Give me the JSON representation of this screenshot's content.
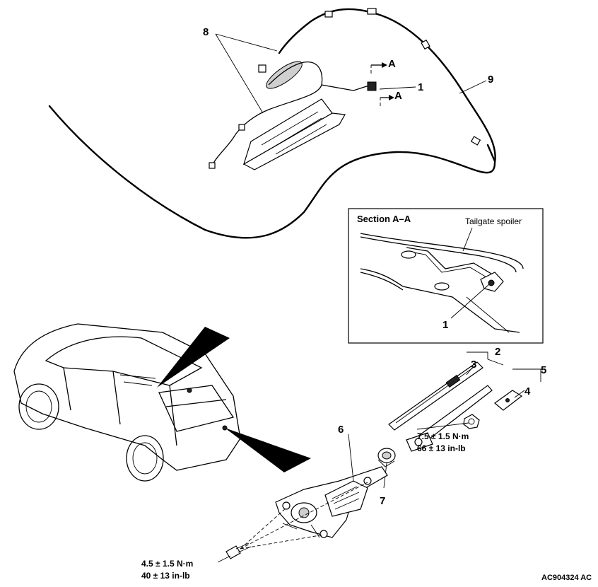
{
  "labels": {
    "p1": "1",
    "p2": "2",
    "p3": "3",
    "p4": "4",
    "p5": "5",
    "p6": "6",
    "p7": "7",
    "p8": "8",
    "p9": "9",
    "p1_section": "1",
    "arrow_a_top": "A",
    "arrow_a_bottom": "A"
  },
  "section": {
    "title": "Section A–A",
    "callout": "Tailgate spoiler"
  },
  "torque_upper": {
    "metric": "7.5 ± 1.5 N·m",
    "imperial": "66 ± 13 in-lb"
  },
  "torque_lower": {
    "metric": "4.5 ± 1.5 N·m",
    "imperial": "40 ± 13 in-lb"
  },
  "figure_id": "AC904324 AC"
}
